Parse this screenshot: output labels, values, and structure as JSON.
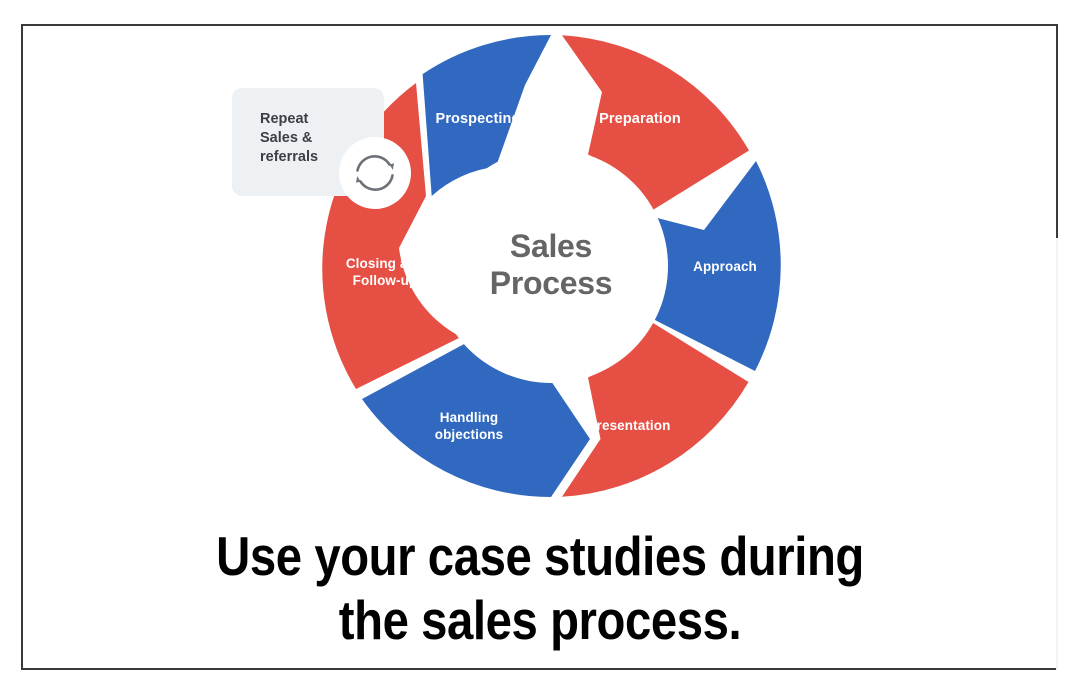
{
  "slide": {
    "caption": "Use your case studies during\nthe sales process."
  },
  "diagram": {
    "center_title_line1": "Sales",
    "center_title_line2": "Process",
    "callout": {
      "text": "Repeat\nSales &\nreferrals",
      "background": "#eef1f4",
      "text_color": "#3c3f43"
    },
    "refresh_icon_name": "refresh-cycle-icon",
    "colors": {
      "blue": "#3069bf",
      "red": "#e64f44",
      "center_text": "#656565",
      "segment_text": "#ffffff",
      "gap": "#ffffff"
    },
    "segments": [
      {
        "label": "Prospecting",
        "color": "#3069bf",
        "lines": [
          "Prospecting"
        ]
      },
      {
        "label": "Preparation",
        "color": "#e64f44",
        "lines": [
          "Preparation"
        ]
      },
      {
        "label": "Approach",
        "color": "#3069bf",
        "lines": [
          "Approach"
        ]
      },
      {
        "label": "Presentation",
        "color": "#e64f44",
        "lines": [
          "Presentation"
        ]
      },
      {
        "label": "Handling objections",
        "color": "#3069bf",
        "lines": [
          "Handling",
          "objections"
        ]
      },
      {
        "label": "Closing and Follow-up",
        "color": "#e64f44",
        "lines": [
          "Closing and",
          "Follow-up"
        ]
      }
    ]
  },
  "chart_data": {
    "type": "pie",
    "title": "Sales Process",
    "categories": [
      "Prospecting",
      "Preparation",
      "Approach",
      "Presentation",
      "Handling objections",
      "Closing and Follow-up"
    ],
    "values": [
      1,
      1,
      1,
      1,
      1,
      1
    ],
    "colors": [
      "#3069bf",
      "#e64f44",
      "#3069bf",
      "#e64f44",
      "#3069bf",
      "#e64f44"
    ],
    "legend": "none",
    "grid": false,
    "annotations": [
      "Repeat Sales & referrals"
    ]
  }
}
